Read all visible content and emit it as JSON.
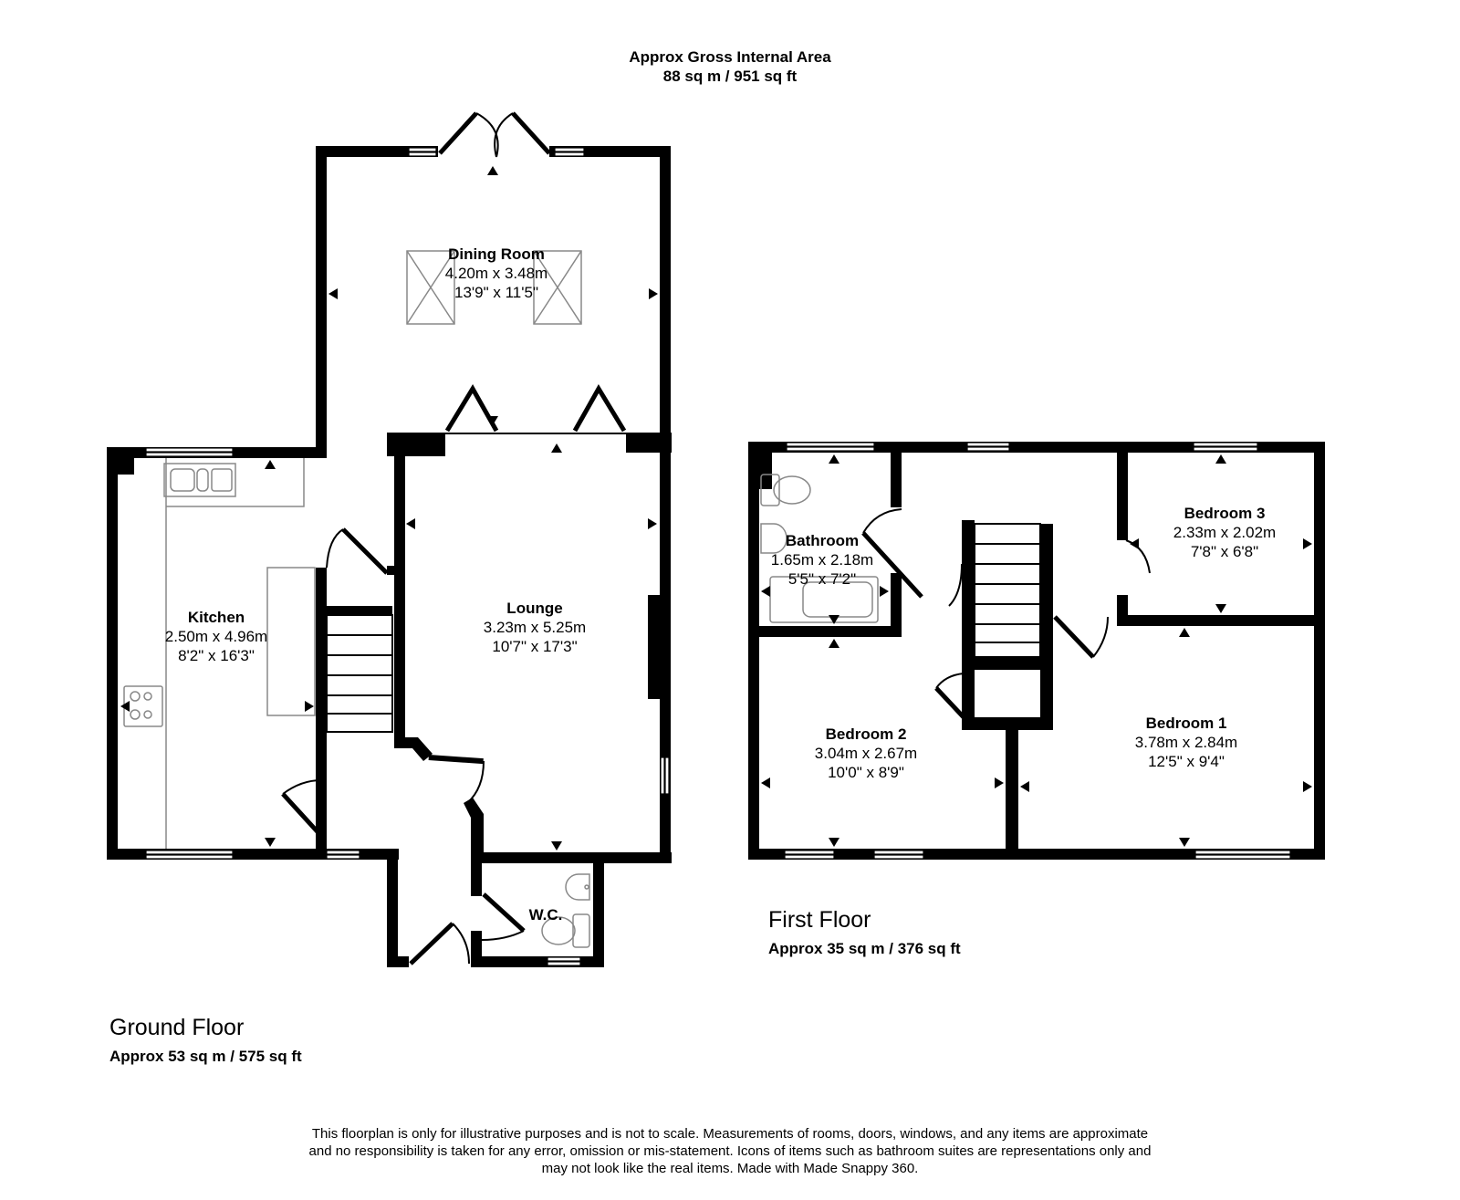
{
  "header": {
    "title_line1": "Approx Gross Internal Area",
    "title_line2": "88 sq m / 951 sq ft"
  },
  "ground_floor": {
    "name": "Ground Floor",
    "area": "Approx 53 sq m / 575 sq ft",
    "rooms": [
      {
        "name": "Dining Room",
        "metric": "4.20m x 3.48m",
        "imperial": "13'9\" x 11'5\""
      },
      {
        "name": "Kitchen",
        "metric": "2.50m x 4.96m",
        "imperial": "8'2\" x 16'3\""
      },
      {
        "name": "Lounge",
        "metric": "3.23m x 5.25m",
        "imperial": "10'7\" x 17'3\""
      },
      {
        "name": "W.C."
      }
    ]
  },
  "first_floor": {
    "name": "First Floor",
    "area": "Approx 35 sq m / 376 sq ft",
    "rooms": [
      {
        "name": "Bathroom",
        "metric": "1.65m x 2.18m",
        "imperial": "5'5\" x 7'2\""
      },
      {
        "name": "Bedroom 3",
        "metric": "2.33m x 2.02m",
        "imperial": "7'8\" x 6'8\""
      },
      {
        "name": "Bedroom 2",
        "metric": "3.04m x 2.67m",
        "imperial": "10'0\" x 8'9\""
      },
      {
        "name": "Bedroom 1",
        "metric": "3.78m x 2.84m",
        "imperial": "12'5\" x 9'4\""
      }
    ]
  },
  "footer": {
    "disclaimer_line1": "This floorplan is only for illustrative purposes and is not to scale. Measurements of rooms, doors, windows, and any items are approximate",
    "disclaimer_line2": "and no responsibility is taken for any error, omission or mis-statement. Icons of items such as bathroom suites are representations only and",
    "disclaimer_line3": "may not look like the real items. Made with Made Snappy 360."
  },
  "icons": [
    "window-icon",
    "door-swing-icon",
    "dimension-arrow-icon",
    "sink-icon",
    "hob-icon",
    "toilet-icon",
    "basin-icon",
    "bath-icon",
    "skylight-icon",
    "staircase-icon"
  ]
}
